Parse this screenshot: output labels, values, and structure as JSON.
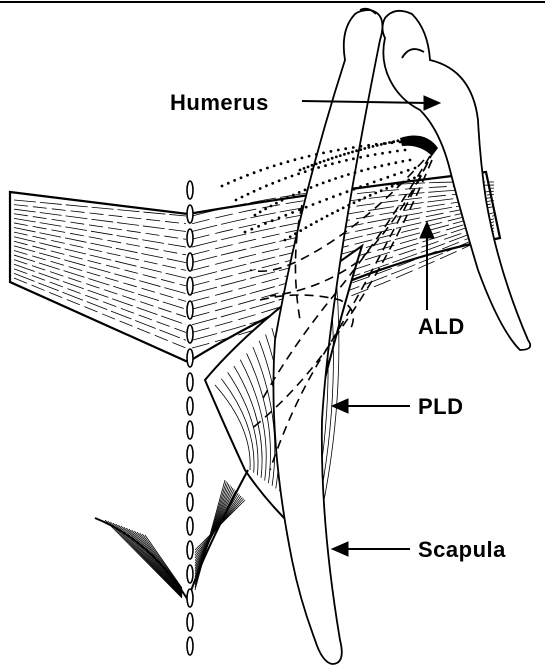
{
  "labels": {
    "humerus": "Humerus",
    "ald": "ALD",
    "pld": "PLD",
    "scapula": "Scapula"
  },
  "colors": {
    "ink": "#000000",
    "paper": "#ffffff"
  }
}
